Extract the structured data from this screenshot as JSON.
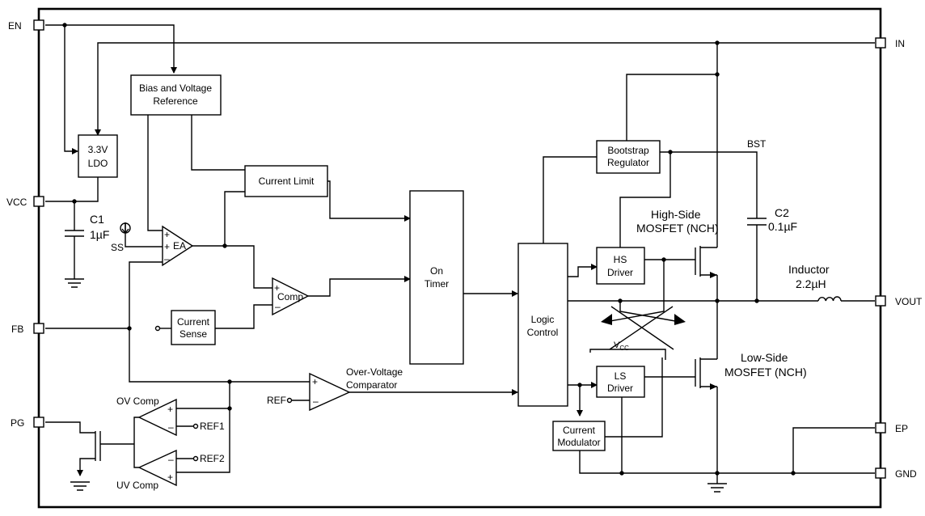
{
  "pins": {
    "en": "EN",
    "vcc": "VCC",
    "fb": "FB",
    "pg": "PG",
    "in": "IN",
    "vout": "VOUT",
    "ep": "EP",
    "gnd": "GND"
  },
  "blocks": {
    "bias_line1": "Bias and Voltage",
    "bias_line2": "Reference",
    "ldo_line1": "3.3V",
    "ldo_line2": "LDO",
    "current_limit": "Current Limit",
    "on_timer_line1": "On",
    "on_timer_line2": "Timer",
    "logic_line1": "Logic",
    "logic_line2": "Control",
    "bootstrap_line1": "Bootstrap",
    "bootstrap_line2": "Regulator",
    "hs_driver_line1": "HS",
    "hs_driver_line2": "Driver",
    "ls_driver_line1": "LS",
    "ls_driver_line2": "Driver",
    "current_sense_line1": "Current",
    "current_sense_line2": "Sense",
    "current_modulator_line1": "Current",
    "current_modulator_line2": "Modulator"
  },
  "amps": {
    "ea": "EA",
    "comp": "Comp",
    "ov_comp": "OV Comp",
    "uv_comp": "UV Comp",
    "ovp_line1": "Over-Voltage",
    "ovp_line2": "Comparator"
  },
  "labels": {
    "ss": "SS",
    "ref": "REF",
    "ref1": "REF1",
    "ref2": "REF2",
    "bst": "BST",
    "vcc_sub_main": "V",
    "vcc_sub": "CC",
    "plus": "+",
    "minus": "–"
  },
  "components": {
    "c1_name": "C1",
    "c1_value": "1µF",
    "c2_name": "C2",
    "c2_value": "0.1µF",
    "inductor_name": "Inductor",
    "inductor_value": "2.2µH",
    "hs_mosfet_line1": "High-Side",
    "hs_mosfet_line2": "MOSFET (NCH)",
    "ls_mosfet_line1": "Low-Side",
    "ls_mosfet_line2": "MOSFET (NCH)"
  }
}
